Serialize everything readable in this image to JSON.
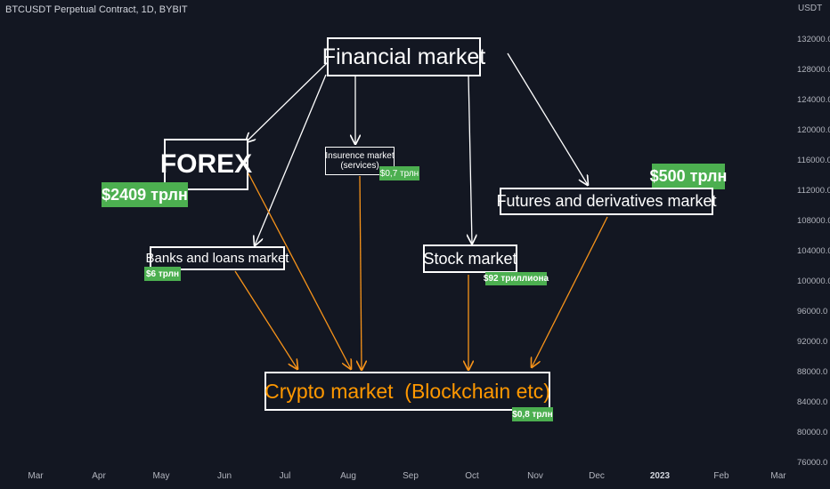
{
  "header": {
    "symbol": "BTCUSDT Perpetual Contract, 1D, BYBIT"
  },
  "price_axis": {
    "unit": "USDT",
    "labels": [
      "132000.0",
      "128000.0",
      "124000.0",
      "120000.0",
      "116000.0",
      "112000.0",
      "108000.0",
      "104000.0",
      "100000.0",
      "96000.0",
      "92000.0",
      "88000.0",
      "84000.0",
      "80000.0",
      "76000.0"
    ]
  },
  "time_axis": {
    "labels": [
      "Mar",
      "Apr",
      "May",
      "Jun",
      "Jul",
      "Aug",
      "Sep",
      "Oct",
      "Nov",
      "Dec",
      "2023",
      "Feb",
      "Mar"
    ]
  },
  "diagram": {
    "financial_market": "Financial market",
    "forex": {
      "label": "FOREX",
      "value": "$2409 трлн"
    },
    "insurance": {
      "line1": "Insurence market",
      "line2": "(services)",
      "value": "$0,7 трлн"
    },
    "futures": {
      "label": "Futures and derivatives market",
      "value": "$500 трлн"
    },
    "banks": {
      "label": "Banks and loans market",
      "value": "$6 трлн"
    },
    "stock": {
      "label": "Stock market",
      "value": "$92 триллиона"
    },
    "crypto": {
      "label": "Crypto market  (Blockchain etc)",
      "value": "$0,8 трлн"
    }
  },
  "colors": {
    "background": "#131722",
    "white_arrow": "#ffffff",
    "orange_arrow": "#f7931a",
    "badge": "#4caf50",
    "crypto_text": "#ff9800"
  }
}
